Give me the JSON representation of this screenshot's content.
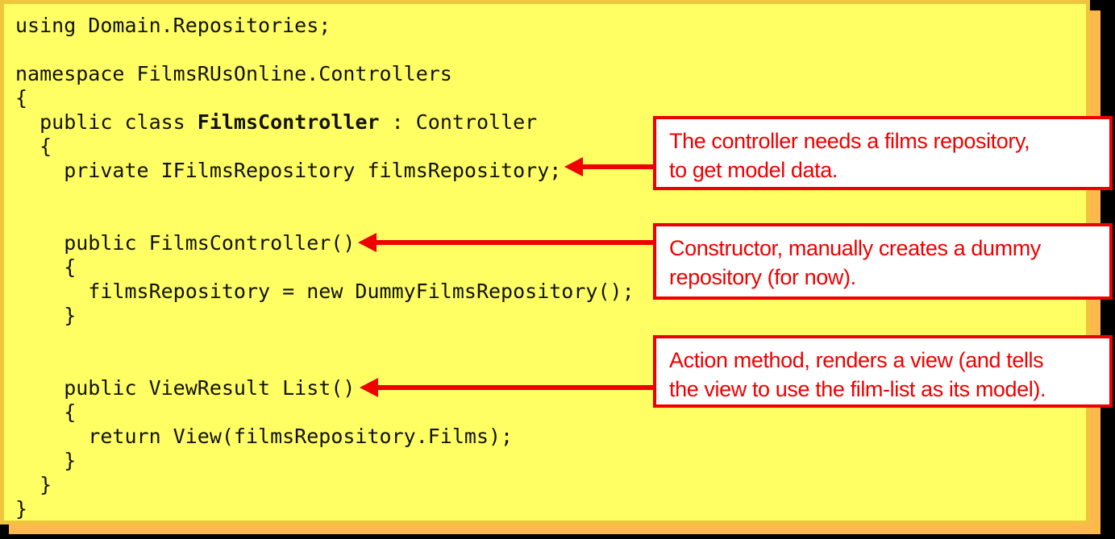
{
  "slide": {
    "colors": {
      "background": "#000000",
      "panel_fill": "#FFFF63",
      "panel_border": "#F0C53E",
      "shadow": "#FFB84D",
      "accent_red": "#EE0000",
      "code_text": "#111111",
      "callout_fill": "#FFFFFF"
    },
    "code_lines": [
      [
        [
          "using Domain.Repositories;",
          false
        ]
      ],
      [
        [
          "",
          false
        ]
      ],
      [
        [
          "namespace FilmsRUsOnline.Controllers",
          false
        ]
      ],
      [
        [
          "{",
          false
        ]
      ],
      [
        [
          "  public class ",
          false
        ],
        [
          "FilmsController",
          true
        ],
        [
          " : Controller",
          false
        ]
      ],
      [
        [
          "  {",
          false
        ]
      ],
      [
        [
          "    private IFilmsRepository filmsRepository;",
          false
        ]
      ],
      [
        [
          "",
          false
        ]
      ],
      [
        [
          "",
          false
        ]
      ],
      [
        [
          "    public FilmsController()",
          false
        ]
      ],
      [
        [
          "    {",
          false
        ]
      ],
      [
        [
          "      filmsRepository = new DummyFilmsRepository();",
          false
        ]
      ],
      [
        [
          "    }",
          false
        ]
      ],
      [
        [
          "",
          false
        ]
      ],
      [
        [
          "",
          false
        ]
      ],
      [
        [
          "    public ViewResult List()",
          false
        ]
      ],
      [
        [
          "    {",
          false
        ]
      ],
      [
        [
          "      return View(filmsRepository.Films);",
          false
        ]
      ],
      [
        [
          "    }",
          false
        ]
      ],
      [
        [
          "  }",
          false
        ]
      ],
      [
        [
          "}",
          false
        ]
      ]
    ],
    "callouts": [
      {
        "line1": "The controller needs a films repository,",
        "line2": "to get model data."
      },
      {
        "line1": "Constructor, manually creates a dummy",
        "line2": "repository (for now)."
      },
      {
        "line1": "Action method, renders a view (and tells",
        "line2": "the view to use the film-list as its model)."
      }
    ]
  }
}
